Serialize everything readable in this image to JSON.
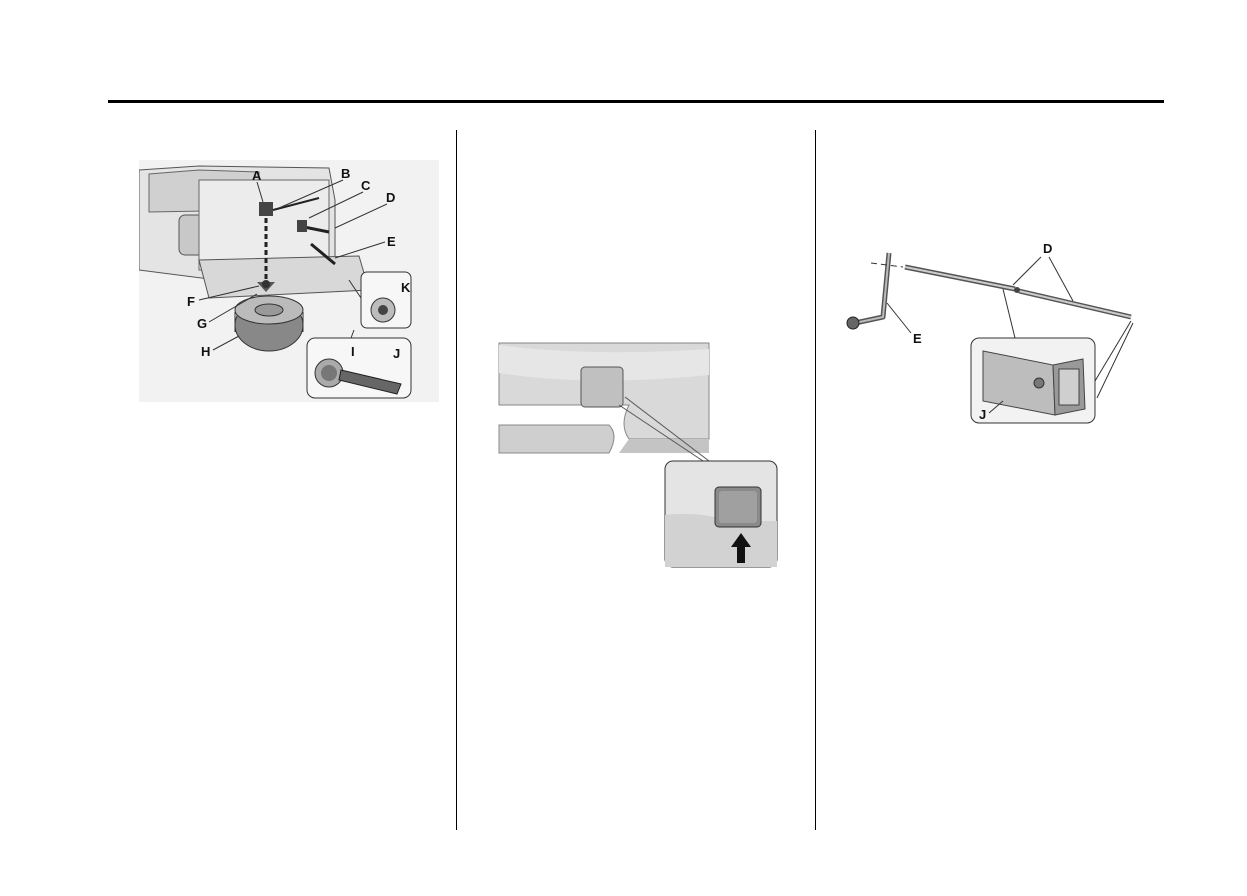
{
  "figures": {
    "spare_tire_storage": {
      "callouts": [
        "A",
        "B",
        "C",
        "D",
        "E",
        "F",
        "G",
        "H",
        "I",
        "J",
        "K"
      ]
    },
    "bumper_cover": {
      "callouts": []
    },
    "jack_tools": {
      "callouts": [
        "D",
        "E",
        "J"
      ]
    }
  }
}
